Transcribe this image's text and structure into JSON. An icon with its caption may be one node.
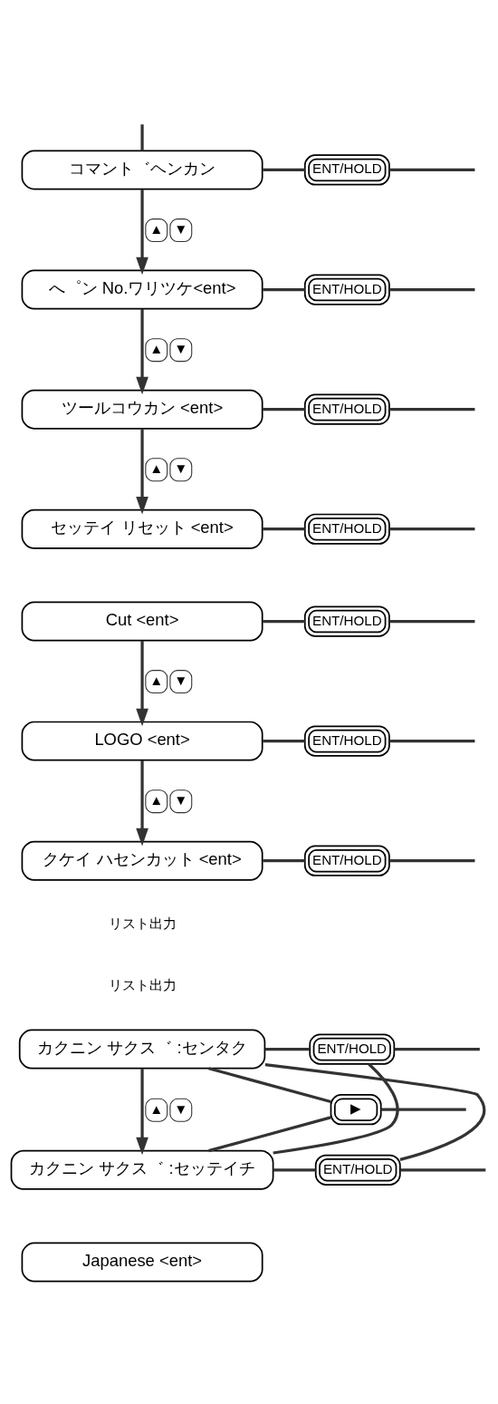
{
  "diagram": {
    "nodes": [
      {
        "text": [
          "コマント゛ヘンカン"
        ]
      },
      {
        "text": [
          "ENT/HOLD"
        ]
      },
      {
        "text": [
          "へ゜ン No.ワリツケ<ent>"
        ]
      },
      {
        "text": [
          "ENT/HOLD"
        ]
      },
      {
        "text": [
          "ツールコウカン <ent>"
        ]
      },
      {
        "text": [
          "ENT/HOLD"
        ]
      },
      {
        "text": [
          "セッテイ リセット <ent>"
        ]
      },
      {
        "text": [
          "ENT/HOLD"
        ]
      },
      {
        "text": [
          "Cut <ent>"
        ]
      },
      {
        "text": [
          "ENT/HOLD"
        ]
      },
      {
        "text": [
          "LOGO <ent>"
        ]
      },
      {
        "text": [
          "ENT/HOLD"
        ]
      },
      {
        "text": [
          "クケイ ハセンカット <ent>"
        ]
      },
      {
        "text": [
          "ENT/HOLD"
        ]
      },
      {
        "text": [
          "カクニン サクス゛ :センタク"
        ]
      },
      {
        "text": [
          "ENT/HOLD"
        ]
      },
      {
        "text": [
          "▶"
        ]
      },
      {
        "text": [
          "カクニン サクス゛ :セッテイチ"
        ]
      },
      {
        "text": [
          "ENT/HOLD"
        ]
      },
      {
        "text": [
          "Japanese <ent>"
        ]
      }
    ],
    "edges": [
      {
        "from": null,
        "to": 0,
        "arrow": "none"
      },
      {
        "from": 0,
        "to": 1,
        "arrow": "none"
      },
      {
        "from": 1,
        "to": null,
        "arrow": "none"
      },
      {
        "from": 0,
        "to": 2,
        "arrow": "to",
        "label": "▲ ▼"
      },
      {
        "from": 2,
        "to": 3,
        "arrow": "none"
      },
      {
        "from": 3,
        "to": null,
        "arrow": "none"
      },
      {
        "from": 2,
        "to": 4,
        "arrow": "to",
        "label": "▲ ▼"
      },
      {
        "from": 4,
        "to": 5,
        "arrow": "none"
      },
      {
        "from": 5,
        "to": null,
        "arrow": "none"
      },
      {
        "from": 4,
        "to": 6,
        "arrow": "to",
        "label": "▲ ▼"
      },
      {
        "from": 6,
        "to": 7,
        "arrow": "none"
      },
      {
        "from": 7,
        "to": null,
        "arrow": "none"
      },
      {
        "from": 8,
        "to": 9,
        "arrow": "none"
      },
      {
        "from": 9,
        "to": null,
        "arrow": "none"
      },
      {
        "from": 8,
        "to": 10,
        "arrow": "to",
        "label": "▲ ▼"
      },
      {
        "from": 10,
        "to": 11,
        "arrow": "none"
      },
      {
        "from": 11,
        "to": null,
        "arrow": "none"
      },
      {
        "from": 10,
        "to": 12,
        "arrow": "to",
        "label": "▲ ▼"
      },
      {
        "from": 12,
        "to": 13,
        "arrow": "none"
      },
      {
        "from": 13,
        "to": null,
        "arrow": "none"
      },
      {
        "from": 14,
        "to": 15,
        "arrow": "none"
      },
      {
        "from": 14,
        "to": 16,
        "arrow": "none"
      },
      {
        "from": 14,
        "to": 18,
        "arrow": "none"
      },
      {
        "from": 17,
        "to": 15,
        "arrow": "none"
      },
      {
        "from": 17,
        "to": 16,
        "arrow": "none"
      },
      {
        "from": 17,
        "to": 18,
        "arrow": "none"
      },
      {
        "from": 15,
        "to": null,
        "arrow": "none"
      },
      {
        "from": 16,
        "to": null,
        "arrow": "none"
      },
      {
        "from": 18,
        "to": null,
        "arrow": "none"
      },
      {
        "from": 14,
        "to": 17,
        "arrow": "to",
        "label": "▲ ▼"
      }
    ],
    "labels": [
      "リスト出力",
      "リスト出力"
    ]
  }
}
